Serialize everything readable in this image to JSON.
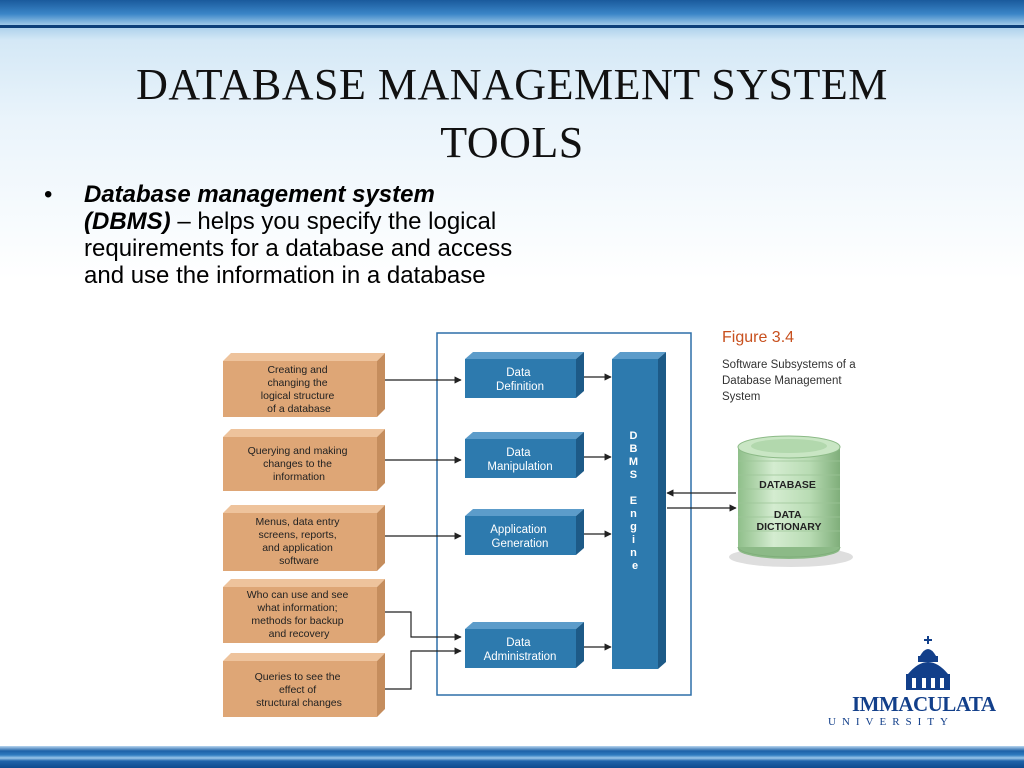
{
  "slide": {
    "title_line1": "DATABASE MANAGEMENT SYSTEM",
    "title_line2": "TOOLS",
    "bullet": {
      "bold_italic": "Database management system (DBMS)",
      "rest": " – helps you specify the logical requirements for a database and access and use the information in a database"
    }
  },
  "figure": {
    "label": "Figure 3.4",
    "caption": "Software Subsystems of a Database Management System",
    "inputs": [
      [
        "Creating and",
        "changing the",
        "logical structure",
        "of a database"
      ],
      [
        "Querying and making",
        "changes to the",
        "information"
      ],
      [
        "Menus, data entry",
        "screens, reports,",
        "and application",
        "software"
      ],
      [
        "Who can use and see",
        "what information;",
        "methods for backup",
        "and recovery"
      ],
      [
        "Queries to see the",
        "effect of",
        "structural changes"
      ]
    ],
    "subsystems": [
      [
        "Data",
        "Definition"
      ],
      [
        "Data",
        "Manipulation"
      ],
      [
        "Application",
        "Generation"
      ],
      [
        "Data",
        "Administration"
      ]
    ],
    "engine_letters": [
      "D",
      "B",
      "M",
      "S",
      "",
      "E",
      "n",
      "g",
      "i",
      "n",
      "e"
    ],
    "database_labels": [
      "DATABASE",
      "DATA",
      "DICTIONARY"
    ]
  },
  "logo": {
    "name": "IMMACULATA",
    "sub": "UNIVERSITY"
  },
  "colors": {
    "input_box": "#dea676",
    "subsystem_box": "#2d7aae",
    "engine": "#2d7aae",
    "cylinder": "#b9dcb4",
    "figure_label": "#c8501e",
    "logo": "#123f8a"
  }
}
